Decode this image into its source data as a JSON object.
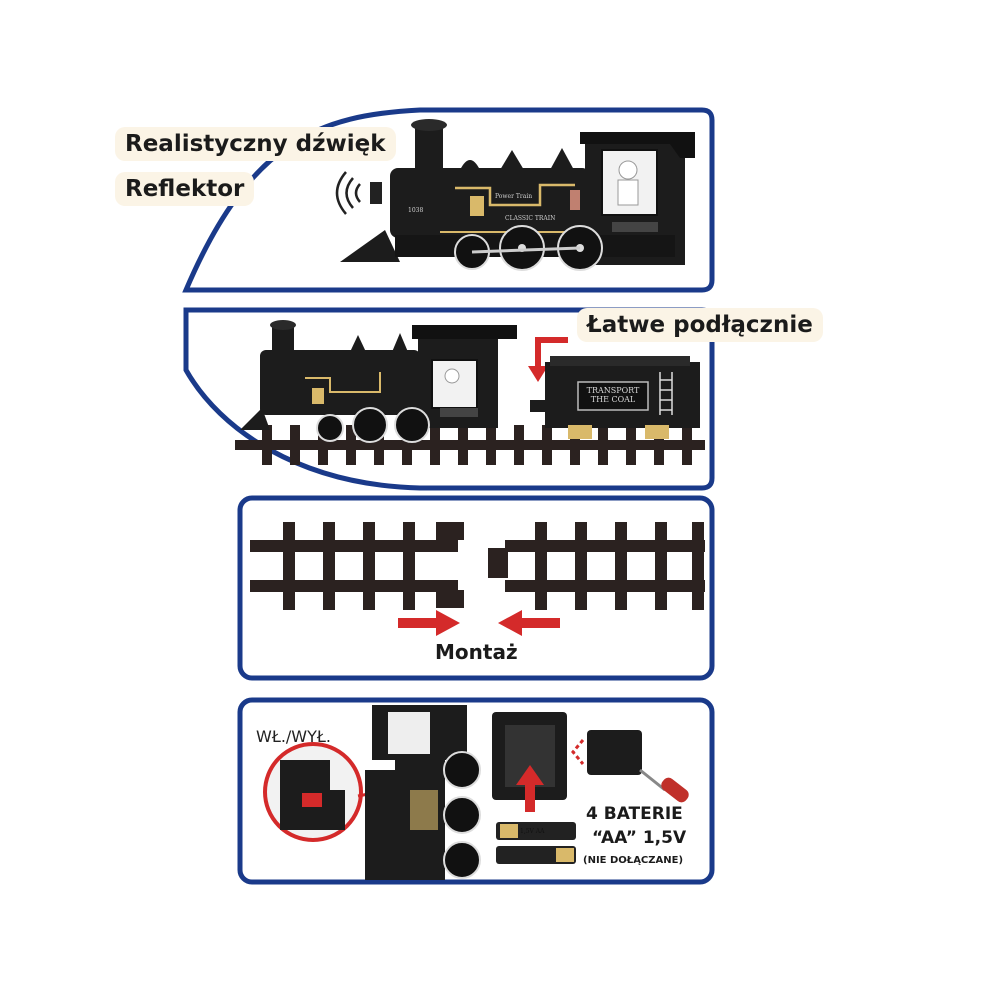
{
  "labels": {
    "sound": "Realistyczny dźwięk",
    "light": "Reflektor",
    "connect": "Łatwe podłącznie",
    "assembly": "Montaż",
    "on_off": "WŁ./WYŁ.",
    "battery_line1": "4 BATERIE",
    "battery_line2": "“AA” 1,5V",
    "battery_line3": "(NIE DOŁĄCZANE)"
  },
  "train": {
    "tender_plate_line1": "TRANSPORT",
    "tender_plate_line2": "THE COAL",
    "loco_title": "Power Train",
    "loco_sub": "CLASSIC TRAIN",
    "loco_number": "1038",
    "battery_label": "1,5V AA"
  },
  "colors": {
    "panel_border": "#1a3a8a",
    "track": "#2b2220",
    "arrow": "#d42a2a",
    "loco_body": "#1c1c1c",
    "gold": "#d9b96a"
  },
  "icons": [
    "speaker-icon",
    "arrow-down-icon",
    "arrow-right-icon",
    "arrow-left-icon",
    "arrow-up-icon",
    "screwdriver-icon"
  ]
}
